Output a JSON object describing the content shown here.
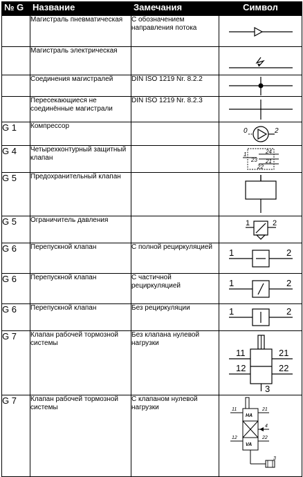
{
  "header": {
    "g": "№ G",
    "name": "Название",
    "remarks": "Замечания",
    "symbol": "Символ"
  },
  "rows": [
    {
      "g": "",
      "name": "Магистраль пневматическая",
      "remarks": "С обозначением направления потока",
      "icon": "pneumatic-line-icon"
    },
    {
      "g": "",
      "name": "Магистраль электрическая",
      "remarks": "",
      "icon": "electric-line-icon"
    },
    {
      "g": "",
      "name": "Соединения магистралей",
      "remarks": "DIN ISO 1219 Nr. 8.2.2",
      "icon": "line-junction-icon"
    },
    {
      "g": "",
      "name": "Пересекающиеся не соединённые магистрали",
      "remarks": "DIN ISO 1219 Nr. 8.2.3",
      "icon": "line-crossing-icon"
    },
    {
      "g": "G 1",
      "name": "Компрессор",
      "remarks": "",
      "icon": "compressor-icon",
      "ports": [
        "0",
        "2"
      ]
    },
    {
      "g": "G 4",
      "name": "Четырехконтурный защитный клапан",
      "remarks": "",
      "icon": "four-circuit-valve-icon",
      "ports": [
        "1",
        "23",
        "24",
        "21",
        "22"
      ]
    },
    {
      "g": "G 5",
      "name": "Предохранительный клапан",
      "remarks": "",
      "icon": "safety-valve-icon"
    },
    {
      "g": "G 5",
      "name": "Ограничитель давления",
      "remarks": "",
      "icon": "pressure-limiter-icon",
      "ports": [
        "1",
        "2"
      ]
    },
    {
      "g": "G 6",
      "name": "Перепускной клапан",
      "remarks": "С полной рециркуляцией",
      "icon": "bypass-valve-full-icon",
      "ports": [
        "1",
        "2"
      ]
    },
    {
      "g": "G 6",
      "name": "Перепускной клапан",
      "remarks": "С частичной рециркуляцией",
      "icon": "bypass-valve-partial-icon",
      "ports": [
        "1",
        "2"
      ]
    },
    {
      "g": "G 6",
      "name": "Перепускной клапан",
      "remarks": "Без рециркуляции",
      "icon": "bypass-valve-none-icon",
      "ports": [
        "1",
        "2"
      ]
    },
    {
      "g": "G 7",
      "name": "Клапан рабочей тормозной системы",
      "remarks": "Без клапана нулевой нагрузки",
      "icon": "brake-valve-icon",
      "ports": [
        "11",
        "21",
        "12",
        "22",
        "3"
      ]
    },
    {
      "g": "G 7",
      "name": "Клапан рабочей тормозной системы",
      "remarks": "С клапаном нулевой нагрузки",
      "icon": "brake-valve-zero-load-icon",
      "ports": [
        "11",
        "21",
        "4",
        "12",
        "22",
        "3"
      ],
      "chambers": [
        "HA",
        "VA"
      ]
    }
  ]
}
